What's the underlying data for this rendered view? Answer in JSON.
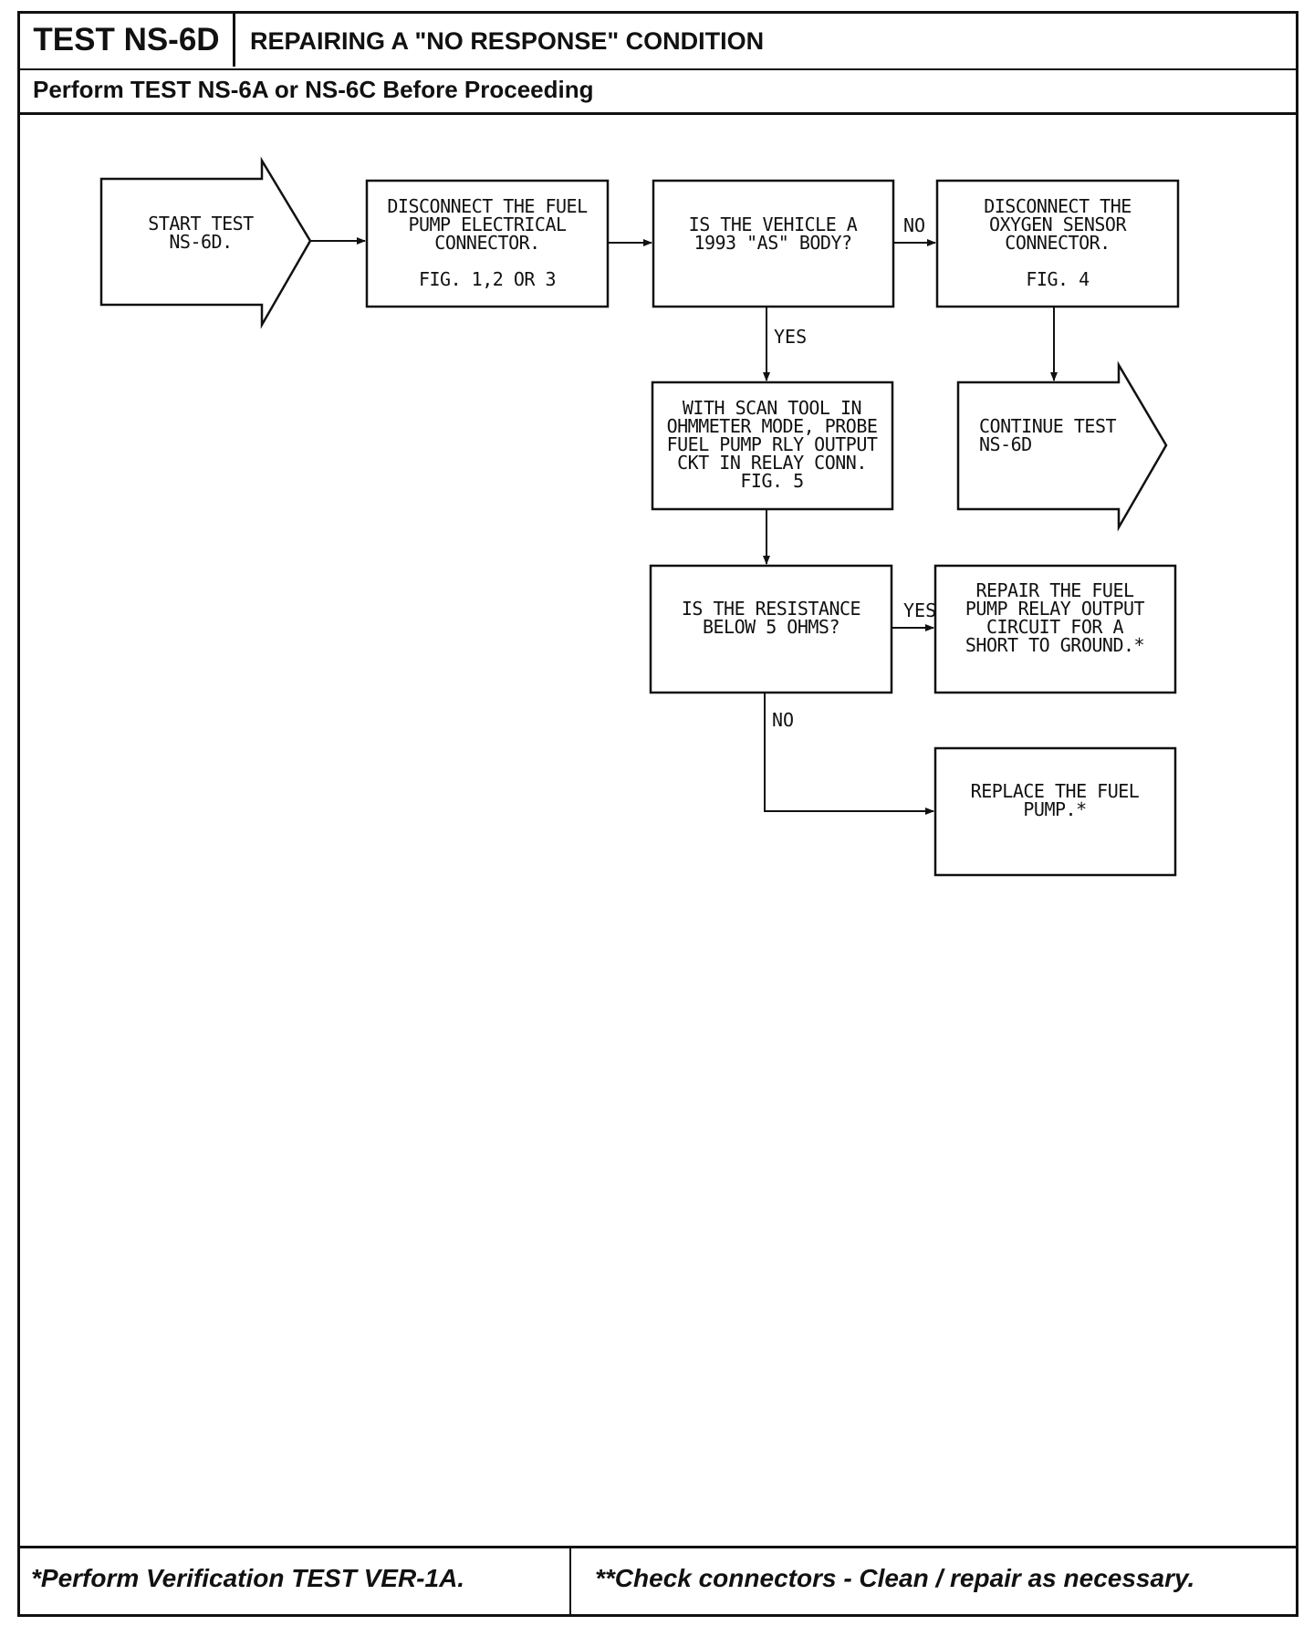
{
  "header": {
    "test_id": "TEST NS-6D",
    "title": "REPAIRING A \"NO RESPONSE\" CONDITION",
    "prerequisite": "Perform TEST NS-6A or NS-6C Before Proceeding"
  },
  "nodes": {
    "start": [
      "START TEST",
      "NS-6D."
    ],
    "disconnect_fuel_pump": [
      "DISCONNECT THE FUEL",
      "PUMP ELECTRICAL",
      "CONNECTOR.",
      "",
      "FIG. 1,2 OR 3"
    ],
    "is_vehicle_as_body": [
      "IS THE VEHICLE A",
      "1993 \"AS\" BODY?"
    ],
    "disconnect_oxygen": [
      "DISCONNECT THE",
      "OXYGEN SENSOR",
      "CONNECTOR.",
      "",
      "FIG. 4"
    ],
    "scan_tool_probe": [
      "WITH SCAN TOOL IN",
      "OHMMETER MODE, PROBE",
      "FUEL PUMP RLY OUTPUT",
      "CKT IN RELAY CONN.",
      "FIG. 5"
    ],
    "continue_test": [
      "CONTINUE TEST",
      "NS-6D"
    ],
    "is_resistance_below": [
      "IS THE RESISTANCE",
      "BELOW 5 OHMS?"
    ],
    "repair_relay_circuit": [
      "REPAIR THE FUEL",
      "PUMP RELAY OUTPUT",
      "CIRCUIT FOR A",
      "SHORT TO GROUND.*"
    ],
    "replace_fuel_pump": [
      "REPLACE THE FUEL",
      "PUMP.*"
    ]
  },
  "edge_labels": {
    "vehicle_no": "NO",
    "vehicle_yes": "YES",
    "resistance_yes": "YES",
    "resistance_no": "NO"
  },
  "footer": {
    "left": "*Perform Verification TEST VER-1A.",
    "right": "**Check connectors - Clean / repair as necessary."
  }
}
